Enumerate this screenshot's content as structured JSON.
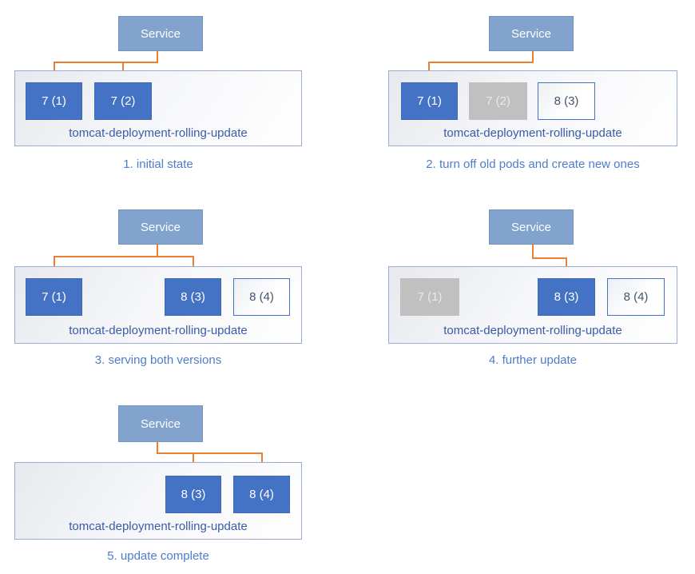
{
  "colors": {
    "service_fill": "#82a3ce",
    "pod_active": "#4472c4",
    "pod_stopped": "#c0c0c0",
    "pod_new_border": "#4472c4",
    "connector": "#ed7d31",
    "deployment_border": "#9aacd6",
    "deployment_label_text": "#3a5ba9",
    "caption_text": "#4e7cc9"
  },
  "panels": [
    {
      "caption": "1. initial state",
      "service_label": "Service",
      "deployment_label": "tomcat-deployment-rolling-update",
      "pods": [
        {
          "label": "7 (1)",
          "state": "active"
        },
        {
          "label": "7 (2)",
          "state": "active"
        }
      ]
    },
    {
      "caption": "2. turn off old pods and create new ones",
      "service_label": "Service",
      "deployment_label": "tomcat-deployment-rolling-update",
      "pods": [
        {
          "label": "7 (1)",
          "state": "active"
        },
        {
          "label": "7 (2)",
          "state": "stopped"
        },
        {
          "label": "8 (3)",
          "state": "new"
        }
      ]
    },
    {
      "caption": "3. serving both versions",
      "service_label": "Service",
      "deployment_label": "tomcat-deployment-rolling-update",
      "pods": [
        {
          "label": "7 (1)",
          "state": "active"
        },
        {
          "label": "8 (3)",
          "state": "active"
        },
        {
          "label": "8 (4)",
          "state": "new"
        }
      ]
    },
    {
      "caption": "4. further update",
      "service_label": "Service",
      "deployment_label": "tomcat-deployment-rolling-update",
      "pods": [
        {
          "label": "7 (1)",
          "state": "stopped"
        },
        {
          "label": "8 (3)",
          "state": "active"
        },
        {
          "label": "8 (4)",
          "state": "new"
        }
      ]
    },
    {
      "caption": "5. update complete",
      "service_label": "Service",
      "deployment_label": "tomcat-deployment-rolling-update",
      "pods": [
        {
          "label": "8 (3)",
          "state": "active"
        },
        {
          "label": "8 (4)",
          "state": "active"
        }
      ]
    }
  ]
}
